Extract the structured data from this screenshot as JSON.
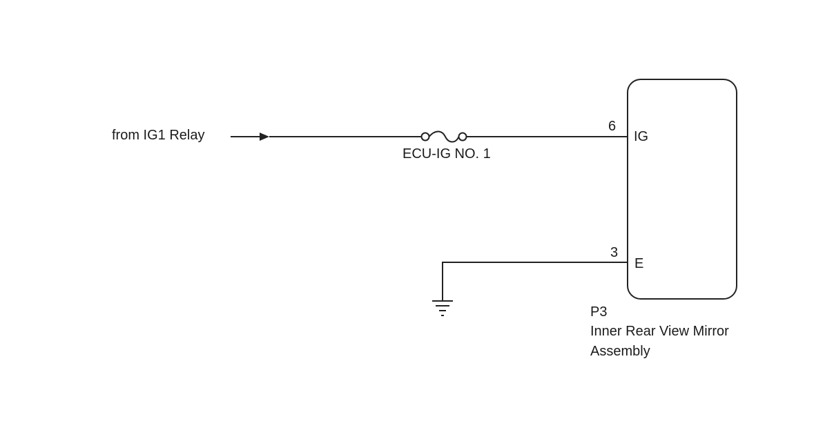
{
  "source": {
    "label": "from IG1 Relay"
  },
  "fuse": {
    "label": "ECU-IG NO. 1"
  },
  "component": {
    "code": "P3",
    "name_line1": "Inner Rear View Mirror",
    "name_line2": "Assembly",
    "pins": [
      {
        "number": "6",
        "name": "IG"
      },
      {
        "number": "3",
        "name": "E"
      }
    ]
  },
  "colors": {
    "wire": "#222222",
    "text": "#1a1a1a",
    "background": "#ffffff"
  }
}
